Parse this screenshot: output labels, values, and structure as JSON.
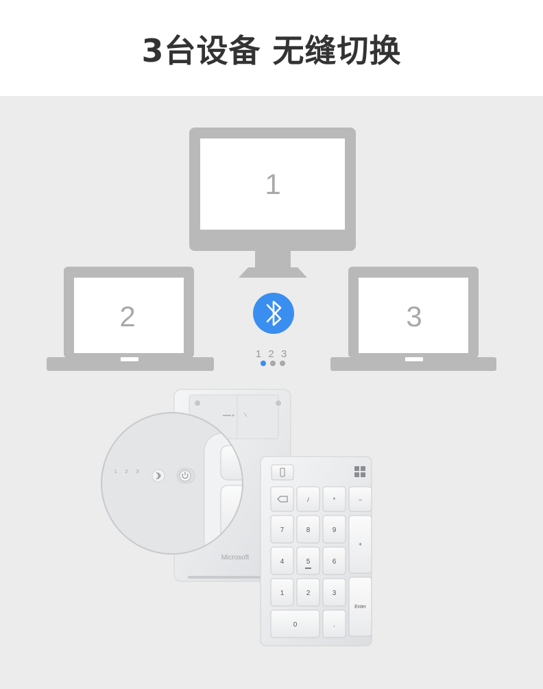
{
  "header": {
    "title": "3台设备 无缝切换"
  },
  "devices": [
    {
      "number": "1",
      "kind": "monitor"
    },
    {
      "number": "2",
      "kind": "laptop"
    },
    {
      "number": "3",
      "kind": "laptop"
    }
  ],
  "bluetooth": {
    "icon": "bluetooth-icon",
    "color": "#3a8ef0",
    "channel_labels": "1 2 3",
    "active_channel": 1
  },
  "numpad": {
    "brand": "Microsoft",
    "indicator_labels": "1 2 3",
    "keys": {
      "slash": "/",
      "asterisk": "*",
      "minus": "−",
      "plus": "+",
      "enter": "Enter",
      "seven": "7",
      "eight": "8",
      "nine": "9",
      "four": "4",
      "five": "5",
      "six": "6",
      "one": "1",
      "two": "2",
      "three": "3",
      "zero": "0",
      "dot": "."
    }
  }
}
